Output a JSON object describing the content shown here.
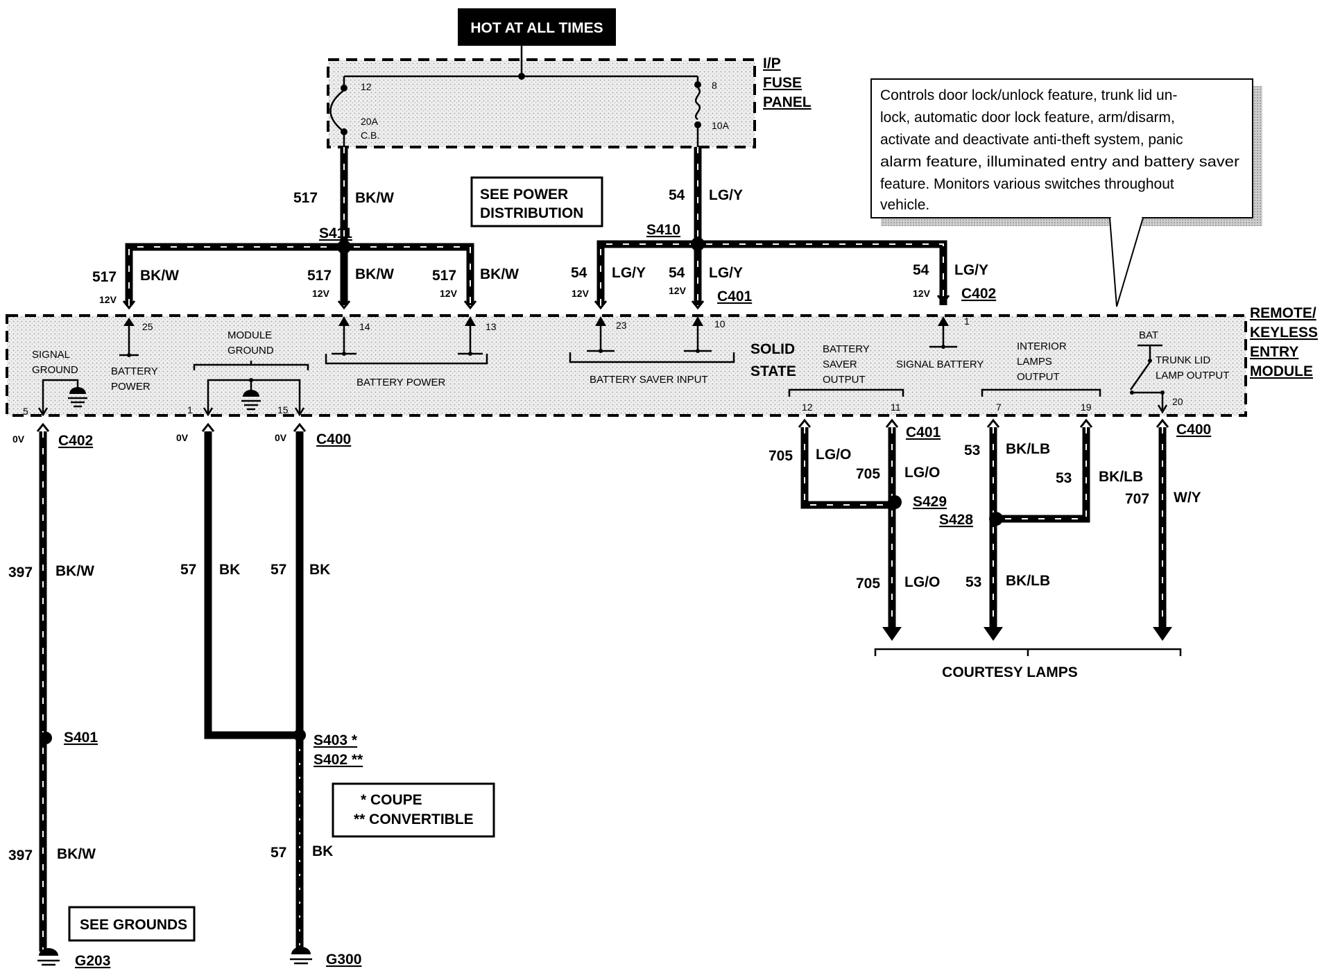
{
  "header": {
    "title": "HOT AT ALL TIMES"
  },
  "fuse_panel": {
    "label_lines": [
      "I/P",
      "FUSE",
      "PANEL"
    ],
    "left_fuse": {
      "pin": "12",
      "rating": "20A",
      "type": "C.B."
    },
    "right_fuse": {
      "pin": "8",
      "rating": "10A"
    }
  },
  "notes": {
    "power_distribution": [
      "SEE POWER",
      "DISTRIBUTION"
    ],
    "see_grounds": "SEE GROUNDS",
    "legend_coupe": "*  COUPE",
    "legend_convertible": "**  CONVERTIBLE"
  },
  "callout_lines": [
    "Controls door lock/unlock feature, trunk lid un-",
    "lock, automatic door lock feature, arm/disarm,",
    "activate and deactivate anti-theft system, panic",
    "alarm feature, illuminated entry and battery saver",
    "feature.  Monitors various switches throughout",
    "vehicle."
  ],
  "module": {
    "label_lines": [
      "REMOTE/",
      "KEYLESS",
      "ENTRY",
      "MODULE"
    ],
    "solid_state": [
      "SOLID",
      "STATE"
    ],
    "signal_ground": [
      "SIGNAL",
      "GROUND"
    ],
    "battery_power_25": [
      "BATTERY",
      "POWER"
    ],
    "module_ground": [
      "MODULE",
      "GROUND"
    ],
    "battery_power": "BATTERY POWER",
    "battery_saver_input": "BATTERY SAVER INPUT",
    "battery_saver_output": [
      "BATTERY",
      "SAVER",
      "OUTPUT"
    ],
    "signal_battery": "SIGNAL BATTERY",
    "interior_lamps_output": [
      "INTERIOR",
      "LAMPS",
      "OUTPUT"
    ],
    "bat": "BAT",
    "trunk_lid_lamp_output": [
      "TRUNK LID",
      "LAMP OUTPUT"
    ],
    "pins": {
      "p25": "25",
      "p14": "14",
      "p13": "13",
      "p23": "23",
      "p10": "10",
      "p1_signal": "1",
      "p5": "5",
      "p1_ground": "1",
      "p15": "15",
      "p12": "12",
      "p11": "11",
      "p7": "7",
      "p19": "19",
      "p20": "20"
    }
  },
  "splices": {
    "s411": "S411",
    "s410": "S410",
    "s401": "S401",
    "s403": "S403 *",
    "s402": "S402 **",
    "s429": "S429",
    "s428": "S428"
  },
  "connectors": {
    "c401_top": "C401",
    "c402_top": "C402",
    "c402_bottom": "C402",
    "c400_bottom": "C400",
    "c401_bottom": "C401",
    "c400_right": "C400"
  },
  "grounds": {
    "g203": "G203",
    "g300": "G300"
  },
  "voltages": {
    "v12": "12V",
    "v0": "0V"
  },
  "circuits": {
    "c517": "517",
    "bkw": "BK/W",
    "c54": "54",
    "lgy": "LG/Y",
    "c397": "397",
    "c57": "57",
    "bk": "BK",
    "c705": "705",
    "lgo": "LG/O",
    "c53": "53",
    "bklb": "BK/LB",
    "c707": "707",
    "wy": "W/Y"
  },
  "courtesy_lamps": "COURTESY LAMPS"
}
